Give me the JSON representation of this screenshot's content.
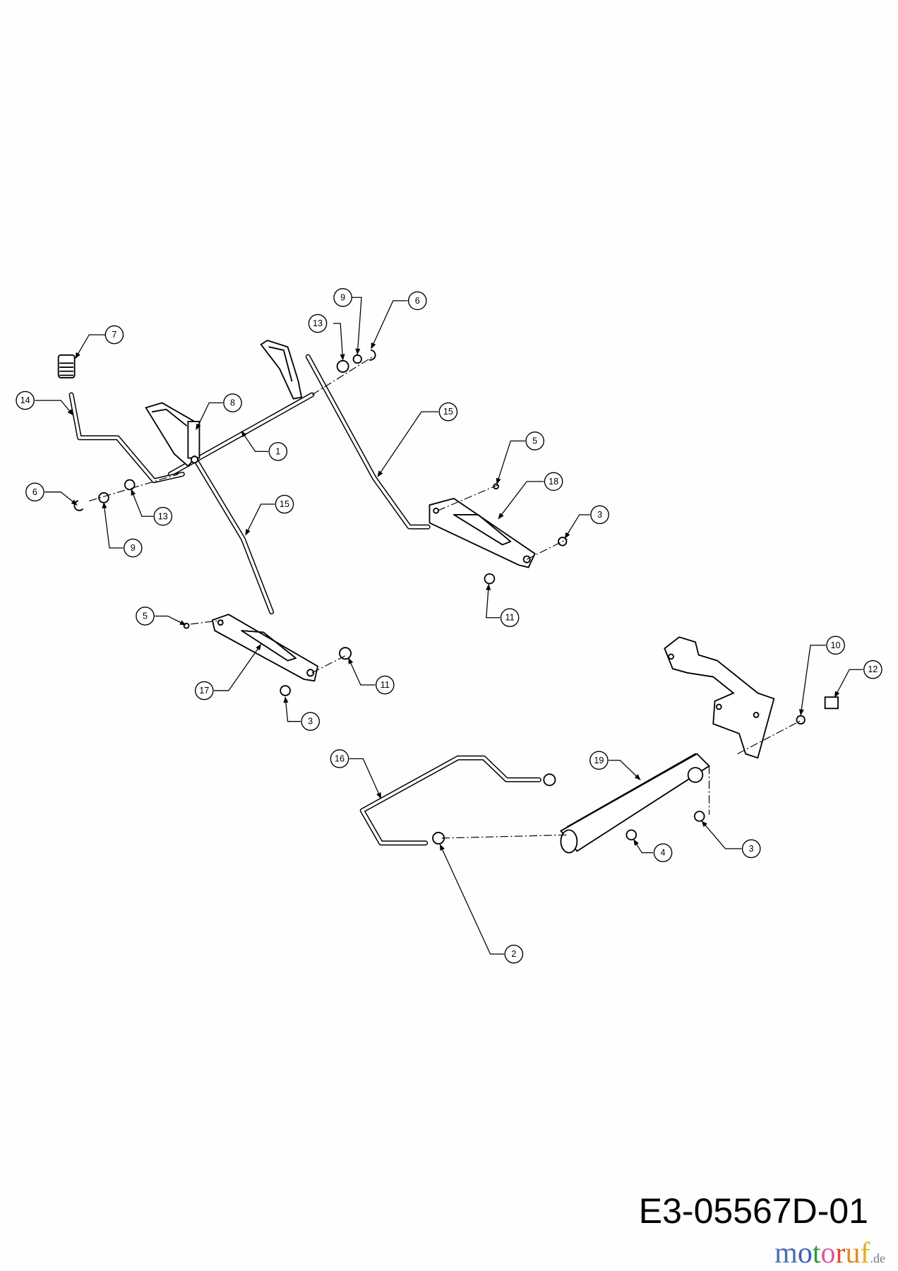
{
  "callouts": {
    "c1": "1",
    "c2": "2",
    "c3a": "3",
    "c3b": "3",
    "c3c": "3",
    "c4": "4",
    "c5a": "5",
    "c5b": "5",
    "c6a": "6",
    "c6b": "6",
    "c7": "7",
    "c8": "8",
    "c9a": "9",
    "c9b": "9",
    "c10": "10",
    "c11a": "11",
    "c11b": "11",
    "c12": "12",
    "c13a": "13",
    "c13b": "13",
    "c14": "14",
    "c15a": "15",
    "c15b": "15",
    "c16": "16",
    "c17": "17",
    "c18": "18",
    "c19": "19"
  },
  "diagram_code": "E3-05567D-01",
  "watermark": {
    "text": "motoruf",
    "suffix": ".de",
    "colors": [
      "#4a6fb5",
      "#3b5fb0",
      "#2e9a3e",
      "#e0559a",
      "#e04a2a",
      "#e08a1a",
      "#e0b020"
    ]
  }
}
